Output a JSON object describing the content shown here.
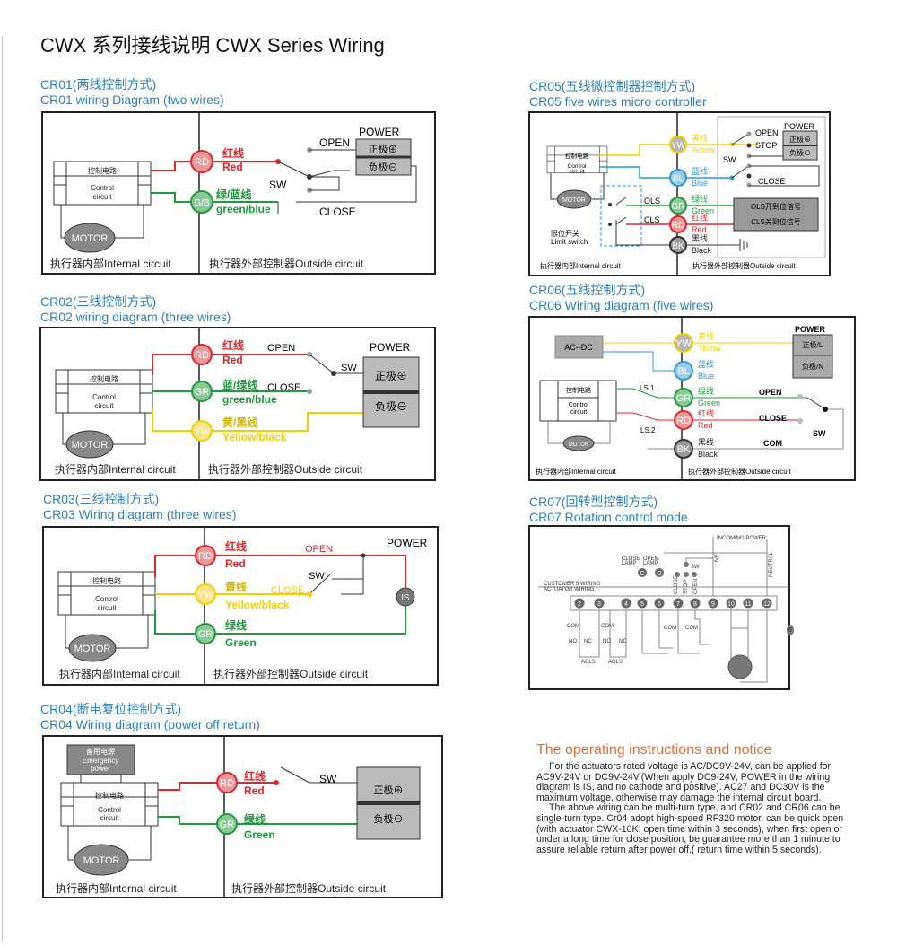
{
  "title": "CWX 系列接线说明 CWX Series Wiring",
  "common": {
    "internal": "执行器内部Internal circuit",
    "outside": "执行器外部控制器Outside circuit",
    "control_cn": "控制电路",
    "control_en1": "Control",
    "control_en2": "circuit",
    "motor": "MOTOR",
    "power": "POWER",
    "pos": "正极⊕",
    "neg": "负极⊖",
    "sw": "SW",
    "open": "OPEN",
    "close": "CLOSE"
  },
  "cr01": {
    "cn": "CR01(两线控制方式)",
    "en": "CR01 wiring Diagram (two wires)",
    "w1": {
      "code": "RD",
      "cn": "红线",
      "en": "Red"
    },
    "w2": {
      "code": "G/B",
      "cn": "绿/蓝线",
      "en": "green/blue"
    }
  },
  "cr02": {
    "cn": "CR02(三线控制方式)",
    "en": "CR02 wiring diagram (three wires)",
    "w1": {
      "code": "RD",
      "cn": "红线",
      "en": "Red"
    },
    "w2": {
      "code": "GR",
      "cn": "蓝/绿线",
      "en": "green/blue"
    },
    "w3": {
      "code": "YW",
      "cn": "黄/黑线",
      "en": "Yellow/black"
    }
  },
  "cr03": {
    "cn": "CR03(三线控制方式)",
    "en": "CR03 Wiring diagram (three wires)",
    "w1": {
      "code": "RD",
      "cn": "红线",
      "en": "Red"
    },
    "w2": {
      "code": "YW",
      "cn": "黄线",
      "en": "Yellow/black"
    },
    "w3": {
      "code": "GR",
      "cn": "绿线",
      "en": "Green"
    },
    "is": "IS"
  },
  "cr04": {
    "cn": "CR04(断电复位控制方式)",
    "en": "CR04 Wiring diagram (power off return)",
    "backup1": "备用电源",
    "backup2": "Emergency",
    "backup3": "power",
    "w1": {
      "code": "RD",
      "cn": "红线",
      "en": "Red"
    },
    "w2": {
      "code": "GR",
      "cn": "绿线",
      "en": "Green"
    }
  },
  "cr05": {
    "cn": "CR05(五线微控制器控制方式)",
    "en": "CR05 five wires micro controller",
    "stop": "STOP",
    "ols": "OLS",
    "cls": "CLS",
    "limit_cn": "限位开关",
    "limit_en": "Limit switch",
    "ols_sig": "OLS开到位信号",
    "cls_sig": "CLS关到位信号",
    "w1": {
      "code": "YW",
      "cn": "黄线",
      "en": "Yellow"
    },
    "w2": {
      "code": "BL",
      "cn": "蓝线",
      "en": "Blue"
    },
    "w3": {
      "code": "GR",
      "cn": "绿线",
      "en": "Green"
    },
    "w4": {
      "code": "RD",
      "cn": "红线",
      "en": "Red"
    },
    "w5": {
      "code": "BK",
      "cn": "黑线",
      "en": "Black"
    }
  },
  "cr06": {
    "cn": "CR06(五线控制方式)",
    "en": "CR06 Wiring diagram (five wires)",
    "acdc": "AC--DC",
    "ls1": "LS.1",
    "ls2": "LS.2",
    "com": "COM",
    "pl": "正极/L",
    "nn": "负极/N",
    "w1": {
      "code": "YW",
      "cn": "黄线",
      "en": "Yellow"
    },
    "w2": {
      "code": "BL",
      "cn": "蓝线",
      "en": "Blue"
    },
    "w3": {
      "code": "GR",
      "cn": "绿线",
      "en": "Green"
    },
    "w4": {
      "code": "RD",
      "cn": "红线",
      "en": "Red"
    },
    "w5": {
      "code": "BK",
      "cn": "黑线",
      "en": "Black"
    }
  },
  "cr07": {
    "cn": "CR07(回转型控制方式)",
    "en": "CR07 Rotation control mode",
    "incoming": "INCOMING POWER",
    "customer": "CUSTOMER'S WIRING",
    "actuator": "ACTUATOR WIRING",
    "close_lamp1": "CLOSE",
    "close_lamp2": "LAMP",
    "open_lamp1": "OPEM",
    "open_lamp2": "LAMP",
    "c": "C",
    "o": "O",
    "sw": "SW",
    "close": "CLOSE",
    "stop": "STOP",
    "open": "OPEN",
    "live": "LIVE",
    "neutral": "NEUTRAL",
    "terminals": [
      "2",
      "3",
      "4",
      "5",
      "6",
      "7",
      "8",
      "9",
      "10",
      "11",
      "12"
    ],
    "com": "COM",
    "no": "NO",
    "nc": "NC",
    "acls": "ACLS",
    "aols": "AOLS",
    "e": "E"
  },
  "notice": {
    "title": "The operating instructions and notice",
    "p1": "For the actuators rated voltage is AC/DC9V-24V, can be applied for AC9V-24V or DC9V-24V,(When apply DC9-24V, POWER in the wiring diagram is IS,  and no cathode and positive). AC27 and DC30V is the maximum voltage, otherwise may damage the internal circuit board.",
    "p2": "The above wiring can be multi-turn type, and CR02 and CR06 can be single-turn type.   Cr04 adopt high-speed RF320 motor, can be quick open (with actuator CWX-10K, open time within 3 seconds), when first open or under a long time for close position, be guarantee more than 1 minute to assure reliable return after power off.( return time within 5 seconds)."
  },
  "colors": {
    "red": "#e0262b",
    "green": "#1f9a3c",
    "yellow": "#f2d000",
    "blue": "#2a9ad8",
    "heading": "#2a7fc0",
    "notice": "#e0703a"
  }
}
